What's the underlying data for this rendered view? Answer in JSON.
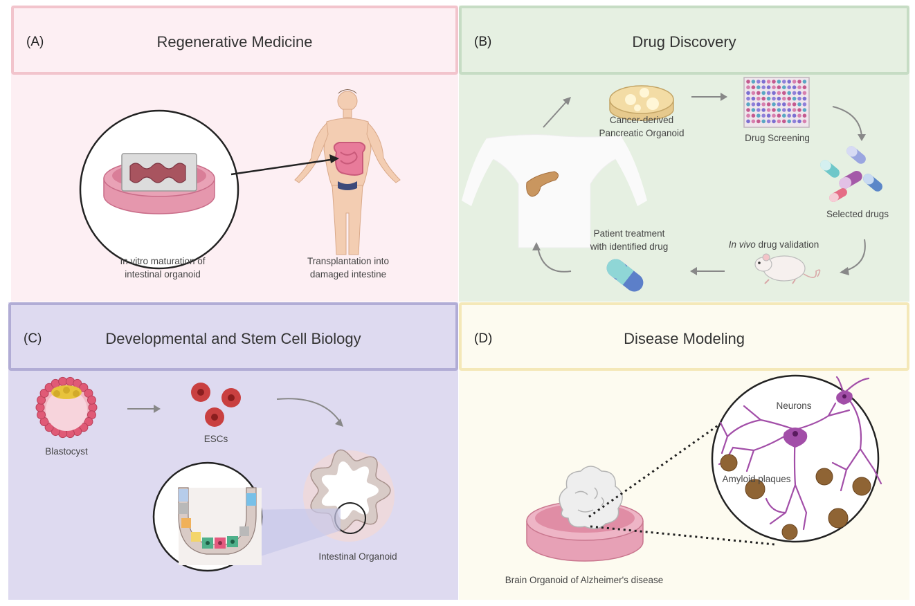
{
  "panels": {
    "a": {
      "letter": "(A)",
      "title": "Regenerative Medicine",
      "label_vitro_1": "In vitro maturation of",
      "label_vitro_2": "intestinal organoid",
      "label_transplant_1": "Transplantation into",
      "label_transplant_2": "damaged intestine"
    },
    "b": {
      "letter": "(B)",
      "title": "Drug Discovery",
      "label_organoid_1": "Cancer-derived",
      "label_organoid_2": "Pancreatic Organoid",
      "label_screening": "Drug Screening",
      "label_selected": "Selected drugs",
      "label_invivo_em": "In vivo",
      "label_invivo_rest": " drug validation",
      "label_patient_1": "Patient treatment",
      "label_patient_2": "with identified drug"
    },
    "c": {
      "letter": "(C)",
      "title": "Developmental and Stem Cell Biology",
      "label_blastocyst": "Blastocyst",
      "label_escs": "ESCs",
      "label_intestinal": "Intestinal Organoid"
    },
    "d": {
      "letter": "(D)",
      "title": "Disease Modeling",
      "label_neurons": "Neurons",
      "label_amyloid": "Amyloid plaques",
      "label_brain": "Brain Organoid of Alzheimer's disease"
    }
  },
  "colors": {
    "a_border": "#f2c4cc",
    "a_bg": "#fdeff3",
    "b_border": "#c6dcc4",
    "b_bg": "#e6f0e2",
    "c_border": "#b1acd5",
    "c_bg": "#dedaf0",
    "d_border": "#f4e8b8",
    "d_bg": "#fdfbf0"
  }
}
